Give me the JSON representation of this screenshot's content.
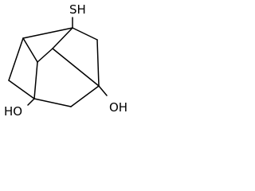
{
  "molecule": {
    "labels": {
      "thiol": "SH",
      "hydroxyl_left": "HO",
      "hydroxyl_right": "OH"
    },
    "bond_color": "#000000",
    "background": "#ffffff"
  }
}
